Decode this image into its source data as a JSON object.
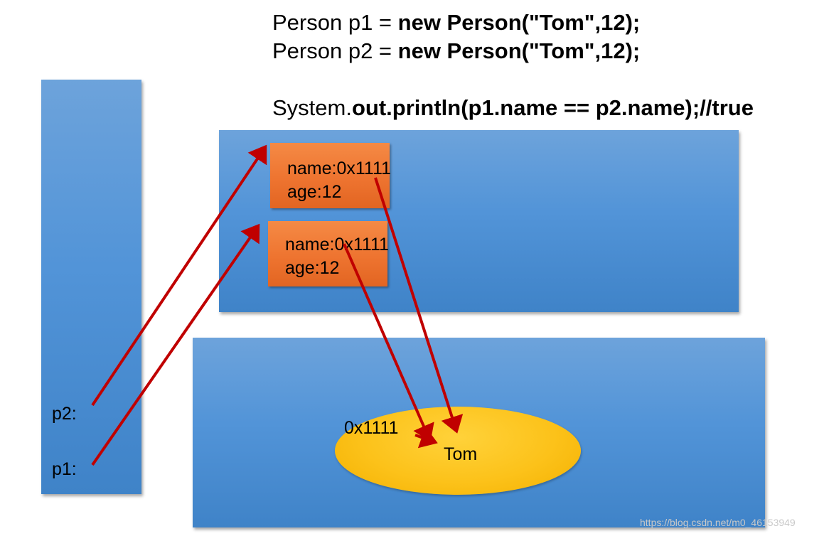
{
  "code": {
    "line1": {
      "plain": "Person p1 = ",
      "bold": "new Person(\"Tom\",12);"
    },
    "line2": {
      "plain": "Person p2 = ",
      "bold": "new Person(\"Tom\",12);"
    },
    "line3": {
      "plain": "System.",
      "bold": "out.println(p1.name == p2.name);//true"
    }
  },
  "stack": {
    "p2_label": "p2:",
    "p1_label": "p1:"
  },
  "heap": {
    "object1": {
      "name_field": "name:0x1111",
      "age_field": "age:12"
    },
    "object2": {
      "name_field": "name:0x1111",
      "age_field": "age:12"
    }
  },
  "string_pool": {
    "address": "0x1111",
    "value": "Tom"
  },
  "watermark": "https://blog.csdn.net/m0_46153949",
  "colors": {
    "panel_blue": "#4f90d6",
    "object_orange": "#ee7430",
    "string_yellow": "#fcc21a",
    "arrow_red": "#c00000"
  }
}
